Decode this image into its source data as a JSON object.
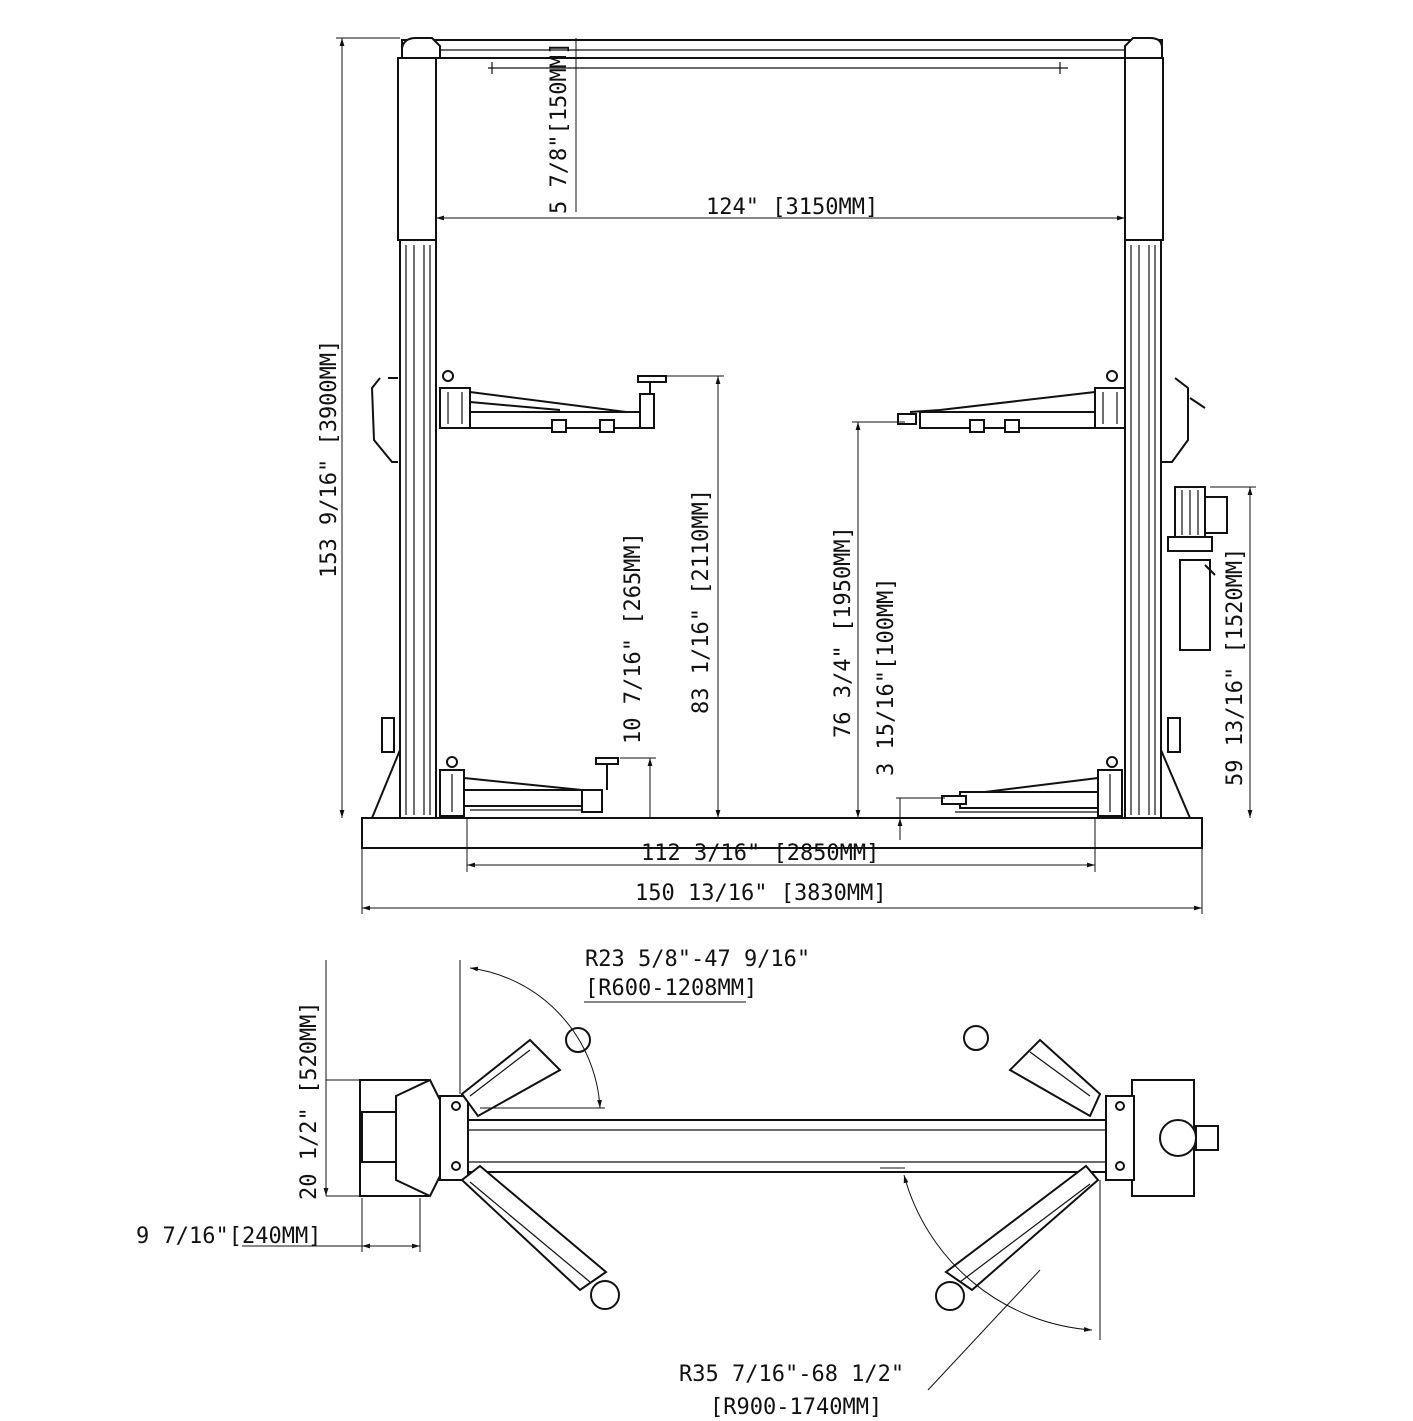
{
  "dims": {
    "top_clear": "5 7/8\"[150MM]",
    "inner_width": "124\" [3150MM]",
    "total_height": "153 9/16\" [3900MM]",
    "max_lift": "83 1/16\" [2110MM]",
    "pad_height": "10 7/16\" [265MM]",
    "lift_1950": "76 3/4\" [1950MM]",
    "low_100": "3 15/16\"[100MM]",
    "unit_height": "59 13/16\" [1520MM]",
    "base_inner": "112 3/16\" [2850MM]",
    "base_outer": "150 13/16\" [3830MM]",
    "short_arm_radius_1": "R23 5/8\"-47 9/16\"",
    "short_arm_radius_2": "[R600-1208MM]",
    "column_depth": "20 1/2\" [520MM]",
    "column_width": "9 7/16\"[240MM]",
    "long_arm_radius_1": "R35 7/16\"-68 1/2\"",
    "long_arm_radius_2": "[R900-1740MM]"
  }
}
